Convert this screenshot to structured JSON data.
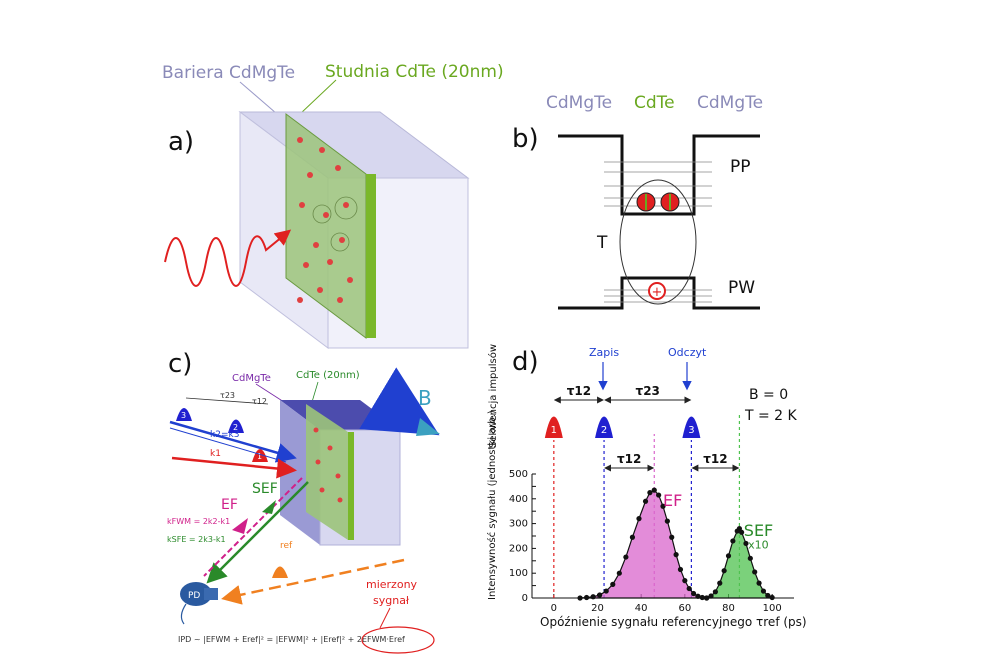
{
  "panel_a": {
    "letter": "a)",
    "barrier_label": "Bariera CdMgTe",
    "well_label": "Studnia CdTe (20nm)"
  },
  "panel_b": {
    "letter": "b)",
    "barrier_left": "CdMgTe",
    "well": "CdTe",
    "barrier_right": "CdMgTe",
    "pp": "PP",
    "pw": "PW",
    "t": "T"
  },
  "panel_c": {
    "letter": "c)",
    "barrier_label": "CdMgTe",
    "well_label": "CdTe (20nm)",
    "b_label": "B",
    "tau12": "τ12",
    "tau23": "τ23",
    "k2k3": "k2=k3",
    "k1": "k1",
    "sef": "SEF",
    "ef": "EF",
    "kfwm": "kFWM = 2k2-k1",
    "ksfe": "kSFE = 2k3-k1",
    "ref": "ref",
    "pd": "PD",
    "measured": "mierzony sygnał",
    "formula": "IPD ~ |EFWM + Eref|² = |EFWM|² + |Eref|² + 2EFWM·Eref",
    "formula_highlight": "+ 2EFWM·Eref",
    "pulse_numbers": [
      "3",
      "2",
      "1"
    ]
  },
  "panel_d": {
    "letter": "d)",
    "zapis": "Zapis",
    "odczyt": "Odczyt",
    "b0": "B = 0",
    "t2k": "T = 2 K",
    "seq_label": "Sekwencja impulsów",
    "ylabel": "Intensywność sygnału (jednostki arb.)",
    "xlabel": "Opóźnienie sygnału referencyjnego τref (ps)",
    "ef": "EF",
    "sef": "SEF",
    "x10": "x10",
    "tau12": "τ12",
    "tau23": "τ23",
    "pulses": [
      "1",
      "2",
      "3"
    ]
  },
  "chart_data": {
    "type": "scatter",
    "xlabel": "Opóźnienie sygnału referencyjnego τref (ps)",
    "ylabel": "Intensywność sygnału (jednostki arb.)",
    "xlim": [
      -10,
      110
    ],
    "ylim": [
      0,
      500
    ],
    "xticks": [
      0,
      20,
      40,
      60,
      80,
      100
    ],
    "yticks": [
      0,
      50,
      100,
      150,
      200,
      250,
      300,
      350,
      400,
      450,
      500
    ],
    "colors": {
      "ef": "#d966cc",
      "sef": "#4fc24f",
      "pulse1": "#e02020",
      "pulse2": "#2020d0",
      "pulse3": "#2020d0"
    },
    "pulse_positions": [
      0,
      23,
      63
    ],
    "series": [
      {
        "name": "EF",
        "values": [
          {
            "x": 12,
            "y": 0
          },
          {
            "x": 15,
            "y": 2
          },
          {
            "x": 18,
            "y": 5
          },
          {
            "x": 21,
            "y": 12
          },
          {
            "x": 24,
            "y": 28
          },
          {
            "x": 27,
            "y": 55
          },
          {
            "x": 30,
            "y": 100
          },
          {
            "x": 33,
            "y": 165
          },
          {
            "x": 36,
            "y": 245
          },
          {
            "x": 39,
            "y": 320
          },
          {
            "x": 42,
            "y": 390
          },
          {
            "x": 44,
            "y": 425
          },
          {
            "x": 46,
            "y": 435
          },
          {
            "x": 48,
            "y": 415
          },
          {
            "x": 50,
            "y": 370
          },
          {
            "x": 52,
            "y": 310
          },
          {
            "x": 54,
            "y": 245
          },
          {
            "x": 56,
            "y": 175
          },
          {
            "x": 58,
            "y": 115
          },
          {
            "x": 60,
            "y": 70
          },
          {
            "x": 62,
            "y": 38
          },
          {
            "x": 64,
            "y": 18
          },
          {
            "x": 66,
            "y": 7
          },
          {
            "x": 68,
            "y": 2
          },
          {
            "x": 70,
            "y": 0
          }
        ]
      },
      {
        "name": "SEF",
        "values": [
          {
            "x": 70,
            "y": 0
          },
          {
            "x": 72,
            "y": 8
          },
          {
            "x": 74,
            "y": 25
          },
          {
            "x": 76,
            "y": 60
          },
          {
            "x": 78,
            "y": 110
          },
          {
            "x": 80,
            "y": 170
          },
          {
            "x": 82,
            "y": 230
          },
          {
            "x": 84,
            "y": 270
          },
          {
            "x": 85,
            "y": 280
          },
          {
            "x": 86,
            "y": 265
          },
          {
            "x": 88,
            "y": 220
          },
          {
            "x": 90,
            "y": 160
          },
          {
            "x": 92,
            "y": 105
          },
          {
            "x": 94,
            "y": 60
          },
          {
            "x": 96,
            "y": 28
          },
          {
            "x": 98,
            "y": 10
          },
          {
            "x": 100,
            "y": 2
          }
        ]
      }
    ]
  }
}
